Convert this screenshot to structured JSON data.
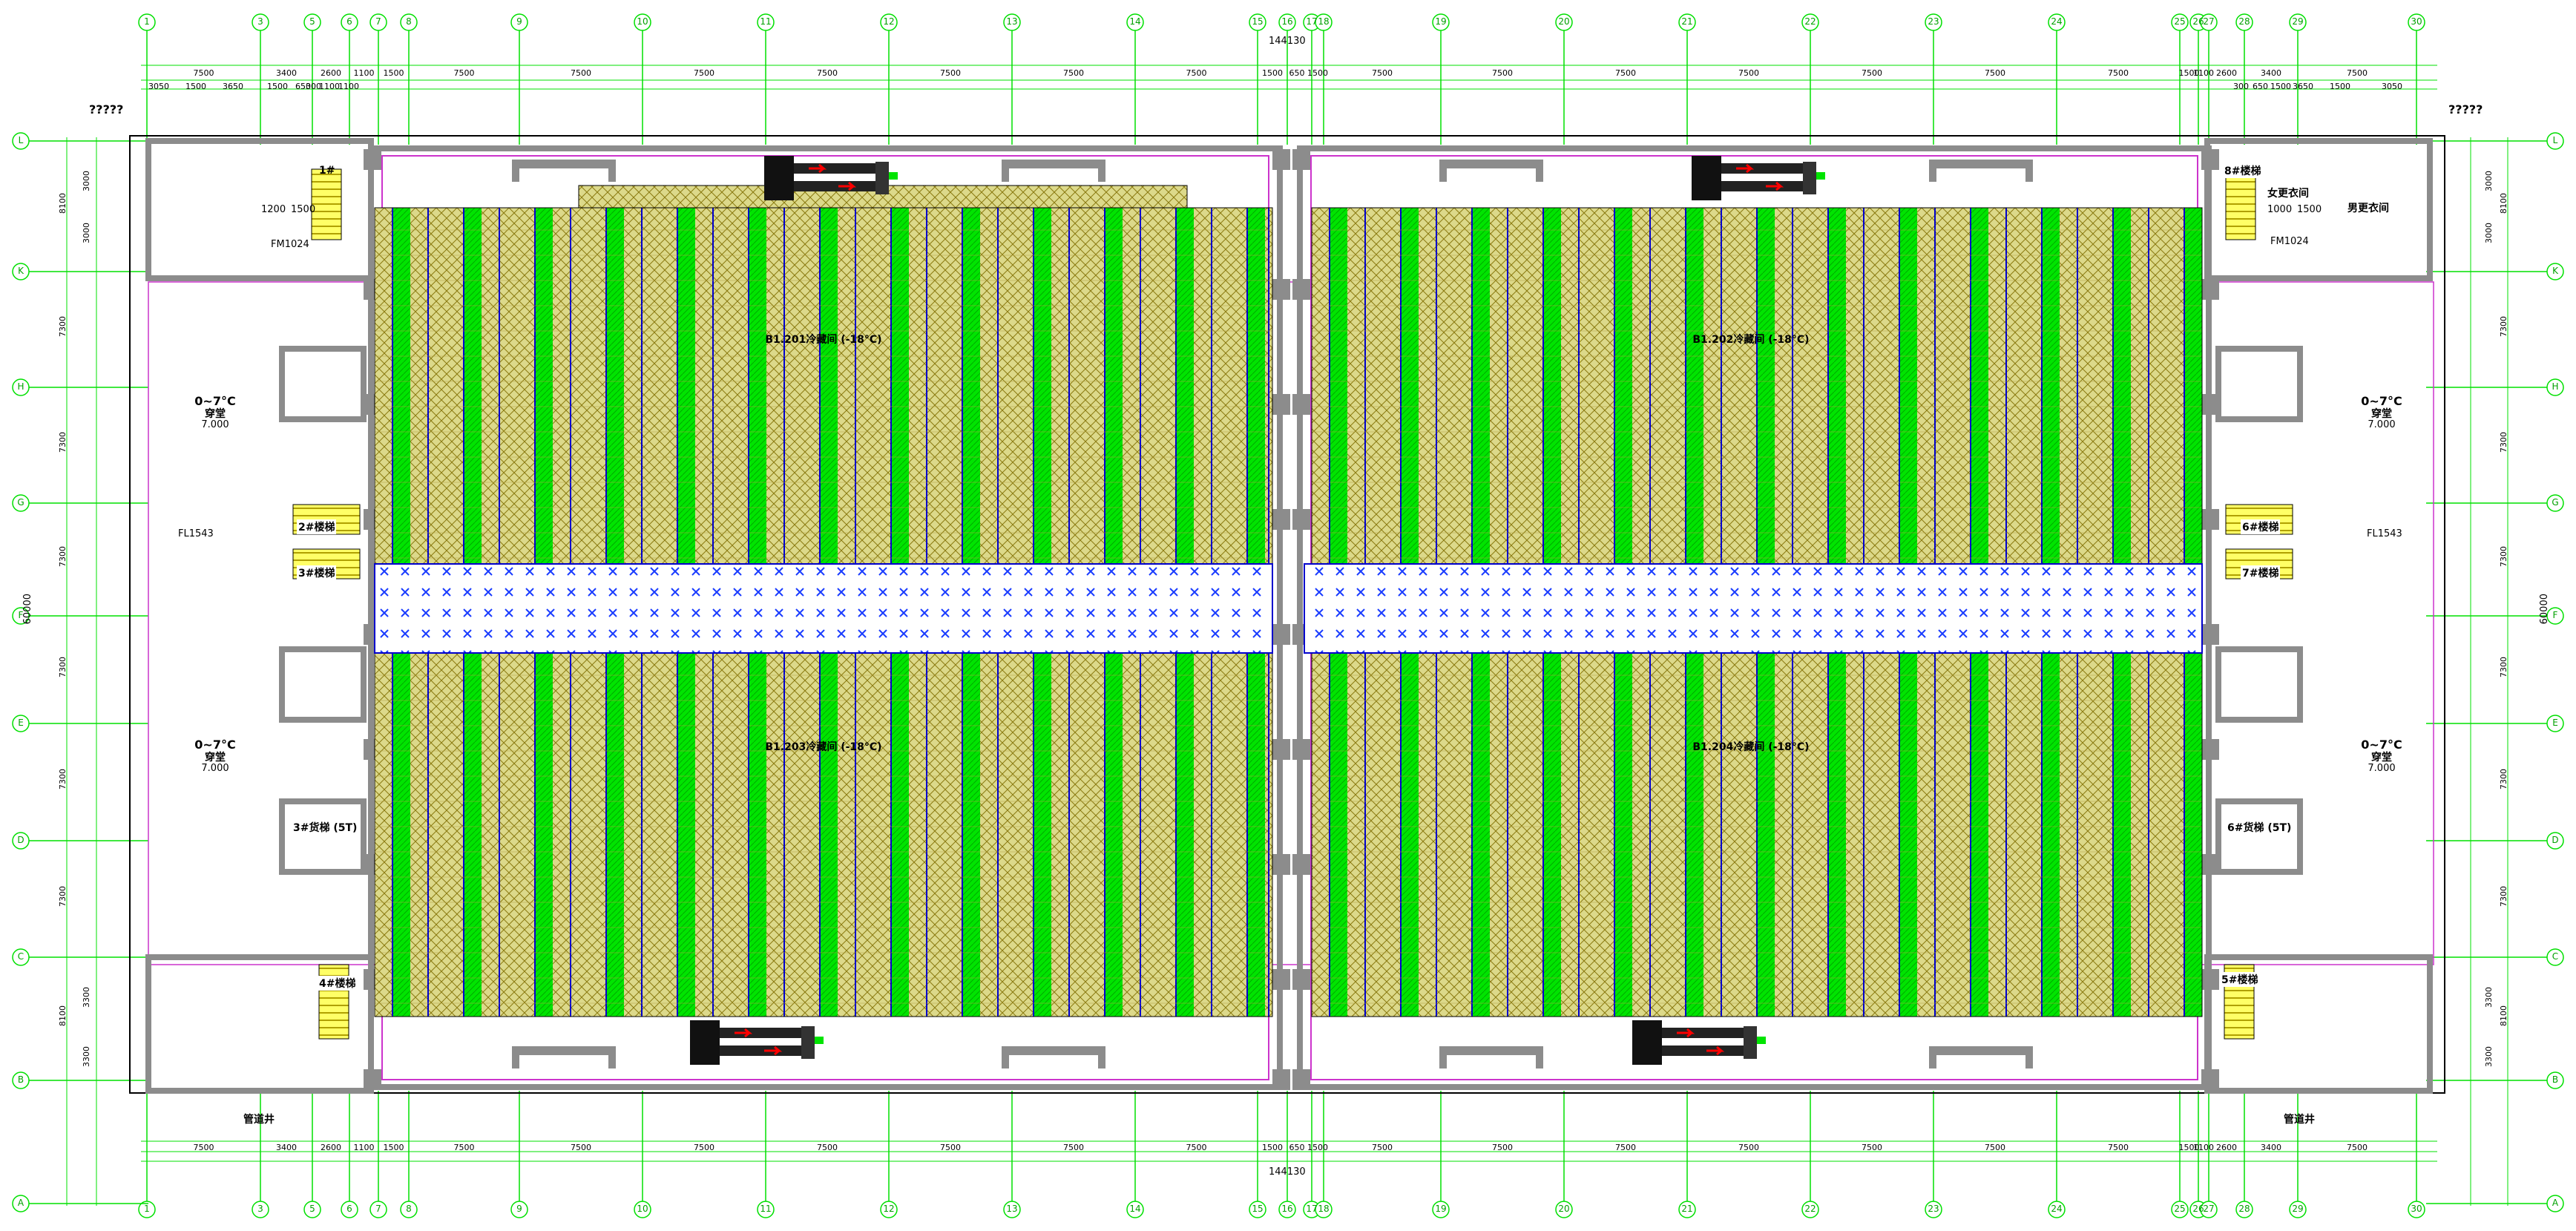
{
  "drawing": {
    "axes_top": [
      "1",
      "3",
      "5",
      "6",
      "7",
      "8",
      "9",
      "10",
      "11",
      "12",
      "13",
      "14",
      "15",
      "16",
      "17",
      "18",
      "19",
      "20",
      "21",
      "22",
      "23",
      "24",
      "25",
      "26",
      "27",
      "28",
      "29",
      "30"
    ],
    "axes_side": [
      "L",
      "K",
      "H",
      "G",
      "F",
      "E",
      "D",
      "C",
      "B",
      "A"
    ],
    "total_width": "144130",
    "total_height": "60000",
    "top_dims_row1": [
      "7500",
      "3400",
      "2600",
      "1100",
      "1500",
      "7500",
      "7500",
      "7500",
      "7500",
      "7500",
      "7500",
      "7500",
      "1500",
      "650",
      "1500",
      "7500",
      "7500",
      "7500",
      "7500",
      "7500",
      "7500",
      "7500",
      "1500",
      "1100",
      "2600",
      "3400",
      "7500"
    ],
    "top_dims_row2": [
      "3050",
      "1500",
      "3650",
      "1500",
      "650",
      "300",
      "1100",
      "1100",
      "300",
      "650",
      "1500",
      "3650",
      "1500",
      "3050"
    ],
    "side_dims": [
      "8100",
      "7300",
      "7300",
      "7300",
      "7300",
      "7300",
      "7300",
      "8100"
    ],
    "side_dims_small": [
      "3000",
      "3000",
      "3300",
      "3300"
    ],
    "corner_marks": {
      "left": "?????",
      "right": "?????"
    },
    "cold_rooms": [
      "B1.201冷藏间 (-18°C)",
      "B1.202冷藏间 (-18°C)",
      "B1.203冷藏间 (-18°C)",
      "B1.204冷藏间 (-18°C)"
    ],
    "lobbies": {
      "temp": "0~7°C",
      "name": "穿堂",
      "elev": "7.000"
    },
    "stairs": {
      "s1": "1#",
      "s2": "2#楼梯",
      "s3": "3#楼梯",
      "s4": "4#楼梯",
      "s5": "5#楼梯",
      "s6": "6#楼梯",
      "s7": "7#楼梯",
      "s8": "8#楼梯"
    },
    "elevators": {
      "left": "3#货梯 (5T)",
      "right": "6#货梯 (5T)"
    },
    "rooms": {
      "women": "女更衣间",
      "men": "男更衣间",
      "pipe_left": "管道井",
      "pipe_right": "管道井"
    },
    "small_tags": {
      "fm_left": "FM1024",
      "fm_right": "FM1024",
      "fl_left": "FL1543",
      "fl_right": "FL1543",
      "door_a": "1200",
      "door_b": "1500",
      "door_c": "1000"
    },
    "colors": {
      "axis_line": "#00e000",
      "rack_green": "#00e400",
      "rack_yellow": "#dcd98a",
      "wall_grey": "#8c8c8c",
      "blue_line": "#0000cc",
      "magenta_line": "#cc33cc",
      "forklift_red": "#ff0000",
      "cross_blue": "#1a3cff"
    }
  }
}
